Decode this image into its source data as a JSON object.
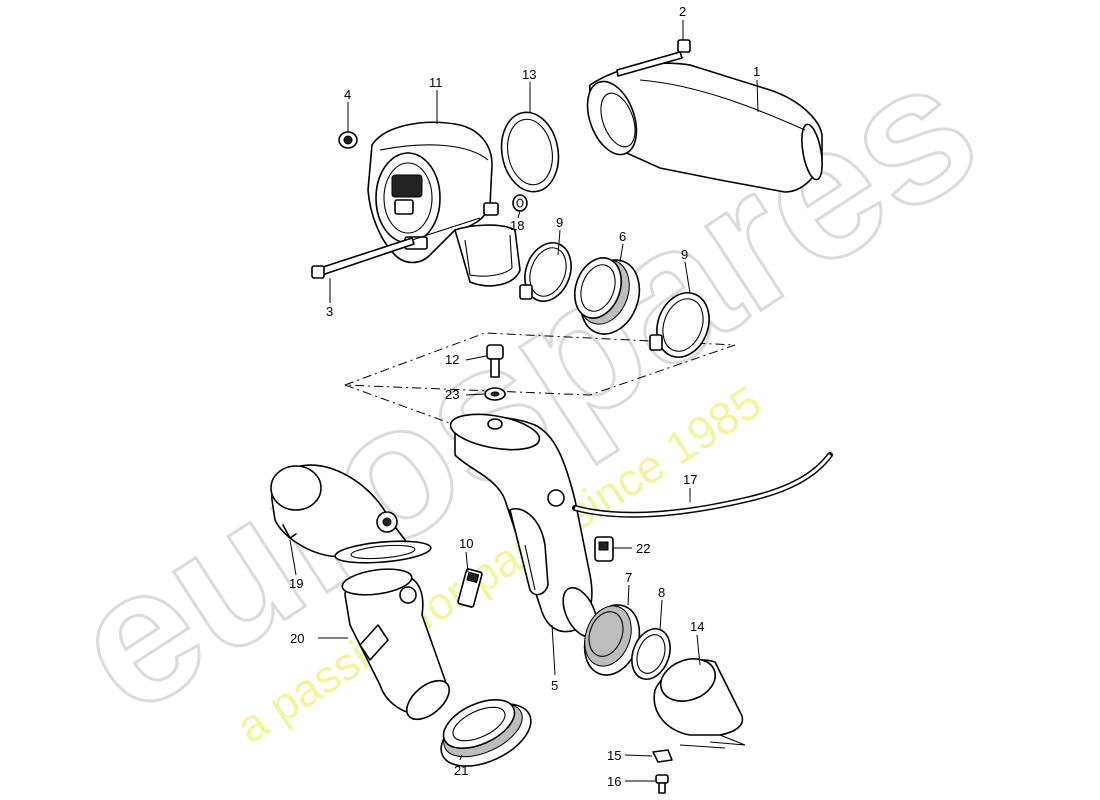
{
  "watermark": {
    "brand": "eurospares",
    "tagline": "a passion for parts since 1985"
  },
  "callouts": {
    "c1": "1",
    "c2": "2",
    "c3": "3",
    "c4": "4",
    "c5": "5",
    "c6": "6",
    "c7": "7",
    "c8": "8",
    "c9a": "9",
    "c9b": "9",
    "c10": "10",
    "c11": "11",
    "c12": "12",
    "c13": "13",
    "c14": "14",
    "c15": "15",
    "c16": "16",
    "c17": "17",
    "c18": "18",
    "c19": "19",
    "c20": "20",
    "c21": "21",
    "c22": "22",
    "c23": "23"
  },
  "colors": {
    "line": "#000000",
    "watermark_outline": "#d6d6d6",
    "watermark_tagline": "#f3f08a"
  }
}
